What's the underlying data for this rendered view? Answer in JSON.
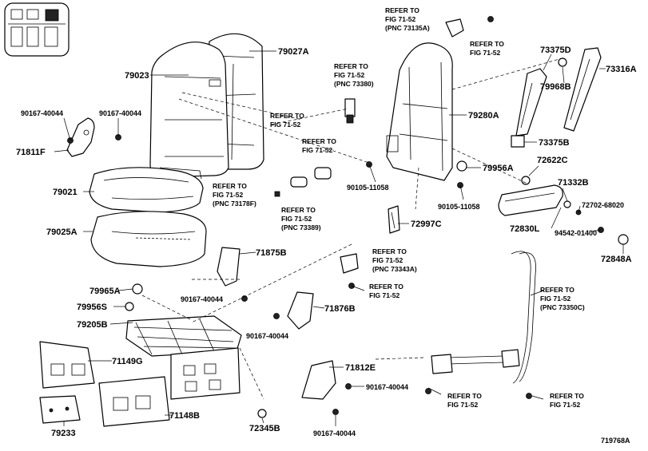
{
  "diagram": {
    "figure_code": "719768A",
    "labels": {
      "p79027A": "79027A",
      "p79023": "79023",
      "p79021": "79021",
      "p79025A": "79025A",
      "p71811F": "71811F",
      "p90167a": "90167-40044",
      "p90167b": "90167-40044",
      "p79280A": "79280A",
      "p79956A": "79956A",
      "p90105a": "90105-11058",
      "p90105b": "90105-11058",
      "p72997C": "72997C",
      "p73375D": "73375D",
      "p73316A": "73316A",
      "p79968B": "79968B",
      "p73375B": "73375B",
      "p72622C": "72622C",
      "p71332B": "71332B",
      "p72702": "72702-68020",
      "p72830L": "72830L",
      "p94542": "94542-01400",
      "p72848A": "72848A",
      "p71875B": "71875B",
      "p79965A": "79965A",
      "p90167c": "90167-40044",
      "p79956S": "79956S",
      "p79205B": "79205B",
      "p71876B": "71876B",
      "p90167d": "90167-40044",
      "p71149G": "71149G",
      "p71148B": "71148B",
      "p79233": "79233",
      "p72345B": "72345B",
      "p71812E": "71812E",
      "p90167e": "90167-40044",
      "p90167f": "90167-40044"
    },
    "refs": {
      "r73135A": [
        "REFER TO",
        "FIG 71-52",
        "(PNC 73135A)"
      ],
      "rTopRight": [
        "REFER TO",
        "FIG 71-52"
      ],
      "r73380": [
        "REFER TO",
        "FIG 71-52",
        "(PNC 73380)"
      ],
      "rMidLeft": [
        "REFER TO",
        "FIG 71-52"
      ],
      "rMidCenter": [
        "REFER TO",
        "FIG 71-52"
      ],
      "r73178F": [
        "REFER TO",
        "FIG 71-52",
        "(PNC 73178F)"
      ],
      "r73389": [
        "REFER TO",
        "FIG 71-52",
        "(PNC 73389)"
      ],
      "r73343A": [
        "REFER TO",
        "FIG 71-52",
        "(PNC 73343A)"
      ],
      "rLowCenter": [
        "REFER TO",
        "FIG 71-52"
      ],
      "r73350C": [
        "REFER TO",
        "FIG 71-52",
        "(PNC 73350C)"
      ],
      "rBottomLeft": [
        "REFER TO",
        "FIG 71-52"
      ],
      "rBottomRight": [
        "REFER TO",
        "FIG 71-52"
      ]
    }
  }
}
